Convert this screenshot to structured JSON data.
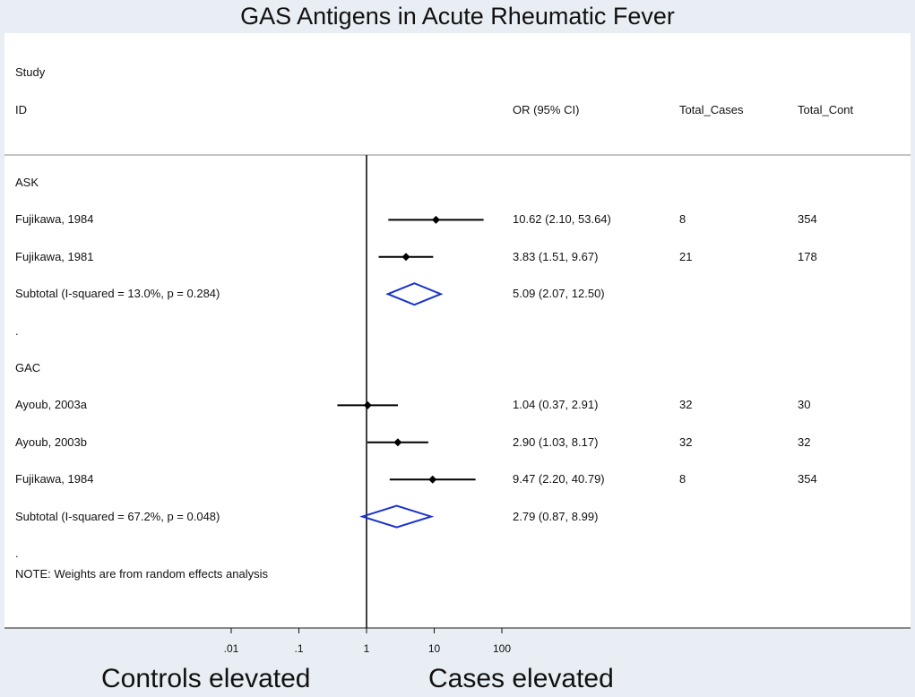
{
  "chart_data": {
    "type": "forest",
    "title": "GAS Antigens in Acute Rheumatic Fever",
    "header": {
      "study_label": "Study",
      "id_label": "ID",
      "or_label": "OR (95% CI)",
      "cases_label": "Total_Cases",
      "cont_label": "Total_Cont"
    },
    "xscale": "log",
    "xlim": [
      0.01,
      100
    ],
    "null_line": 1,
    "ticks": [
      {
        "value": 0.01,
        "label": ".01"
      },
      {
        "value": 0.1,
        "label": ".1"
      },
      {
        "value": 1,
        "label": "1"
      },
      {
        "value": 10,
        "label": "10"
      },
      {
        "value": 100,
        "label": "100"
      }
    ],
    "rows": [
      {
        "kind": "group",
        "label": "ASK"
      },
      {
        "kind": "study",
        "label": "Fujikawa, 1984",
        "or": 10.62,
        "lo": 2.1,
        "hi": 53.64,
        "or_text": "10.62 (2.10, 53.64)",
        "cases": "8",
        "cont": "354"
      },
      {
        "kind": "study",
        "label": "Fujikawa, 1981",
        "or": 3.83,
        "lo": 1.51,
        "hi": 9.67,
        "or_text": "3.83 (1.51, 9.67)",
        "cases": "21",
        "cont": "178"
      },
      {
        "kind": "subtotal",
        "label": "Subtotal  (I-squared = 13.0%, p = 0.284)",
        "or": 5.09,
        "lo": 2.07,
        "hi": 12.5,
        "or_text": "5.09 (2.07, 12.50)"
      },
      {
        "kind": "spacer",
        "label": "."
      },
      {
        "kind": "group",
        "label": "GAC"
      },
      {
        "kind": "study",
        "label": "Ayoub, 2003a",
        "or": 1.04,
        "lo": 0.37,
        "hi": 2.91,
        "or_text": "1.04 (0.37, 2.91)",
        "cases": "32",
        "cont": "30"
      },
      {
        "kind": "study",
        "label": "Ayoub, 2003b",
        "or": 2.9,
        "lo": 1.03,
        "hi": 8.17,
        "or_text": "2.90 (1.03, 8.17)",
        "cases": "32",
        "cont": "32"
      },
      {
        "kind": "study",
        "label": "Fujikawa, 1984",
        "or": 9.47,
        "lo": 2.2,
        "hi": 40.79,
        "or_text": "9.47 (2.20, 40.79)",
        "cases": "8",
        "cont": "354"
      },
      {
        "kind": "subtotal",
        "label": "Subtotal  (I-squared = 67.2%, p = 0.048)",
        "or": 2.79,
        "lo": 0.87,
        "hi": 8.99,
        "or_text": "2.79 (0.87, 8.99)"
      },
      {
        "kind": "spacer",
        "label": "."
      }
    ],
    "note": "NOTE: Weights are from random effects analysis",
    "footer_left": "Controls elevated",
    "footer_right": "Cases elevated",
    "colors": {
      "subtotal_diamond": "#1a33cc",
      "marker": "#000000",
      "background": "#e8eef4"
    }
  }
}
